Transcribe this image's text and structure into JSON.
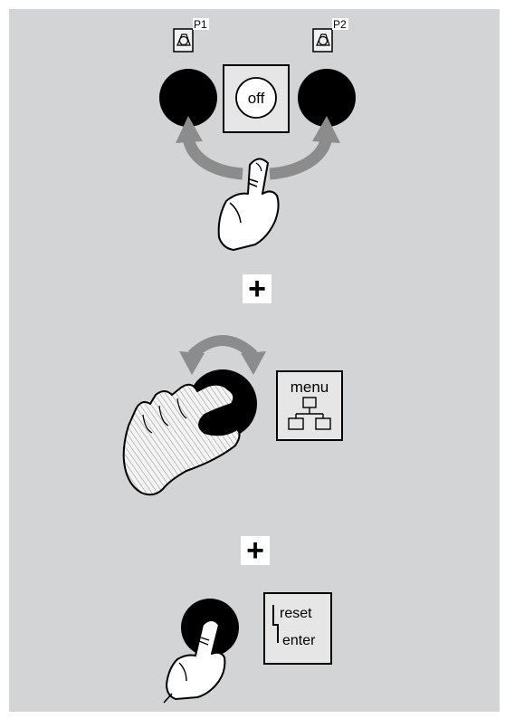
{
  "step1": {
    "pump_badges": [
      "P1",
      "P2"
    ],
    "off_button_label": "off"
  },
  "plus_sign": "+",
  "step2": {
    "menu_label": "menu"
  },
  "step3": {
    "reset_label": "reset",
    "enter_label": "enter"
  },
  "colors": {
    "background": "#d3d4d6",
    "knob": "#000000",
    "arrow": "#8c8c8c",
    "panel_box": "#e6e6e6"
  }
}
